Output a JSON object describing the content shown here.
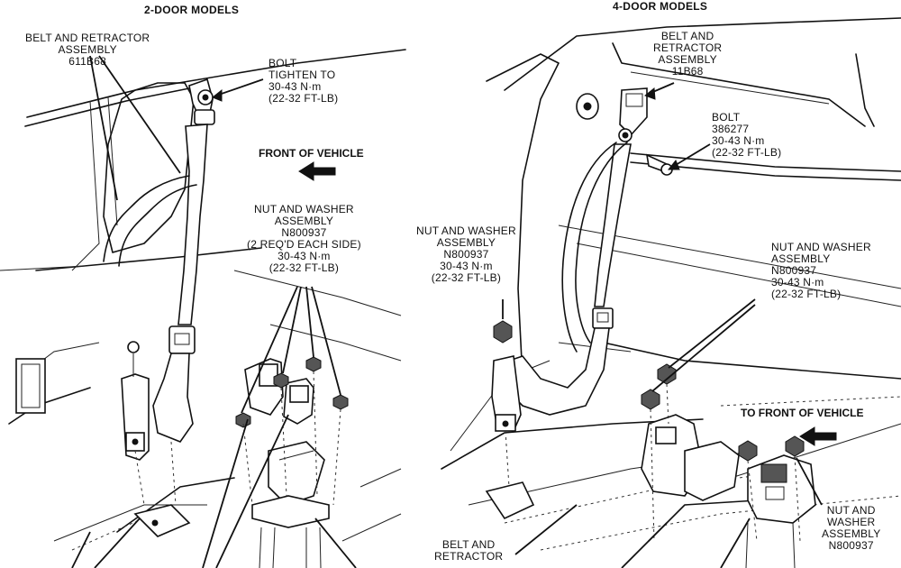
{
  "left_panel": {
    "header": "2-DOOR MODELS",
    "belt_label": [
      "BELT AND RETRACTOR",
      "ASSEMBLY",
      "611B68"
    ],
    "bolt_label": [
      "BOLT",
      "TIGHTEN TO",
      "30-43 N·m",
      "(22-32 FT-LB)"
    ],
    "front_label": "FRONT OF VEHICLE",
    "nut_label": [
      "NUT AND WASHER",
      "ASSEMBLY",
      "N800937",
      "(2 REQ'D EACH SIDE)",
      "30-43 N·m",
      "(22-32 FT-LB)"
    ]
  },
  "right_panel": {
    "header": "4-DOOR MODELS",
    "belt_label": [
      "BELT AND",
      "RETRACTOR",
      "ASSEMBLY",
      "11B68"
    ],
    "bolt_label": [
      "BOLT",
      "386277",
      "30-43 N·m",
      "(22-32 FT-LB)"
    ],
    "nut_left_label": [
      "NUT AND WASHER",
      "ASSEMBLY",
      "N800937",
      "30-43 N·m",
      "(22-32 FT-LB)"
    ],
    "nut_right_label": [
      "NUT AND WASHER",
      "ASSEMBLY",
      "N800937",
      "30-43 N·m",
      "(22-32 FT-LB)"
    ],
    "front_label": "TO FRONT OF VEHICLE",
    "nut_bottom_label": [
      "NUT AND",
      "WASHER",
      "ASSEMBLY",
      "N800937"
    ],
    "belt_bottom_label": [
      "BELT AND",
      "RETRACTOR"
    ]
  },
  "icons": {
    "front_arrow_left": "arrow-left-icon",
    "front_arrow_right": "arrow-left-icon"
  }
}
